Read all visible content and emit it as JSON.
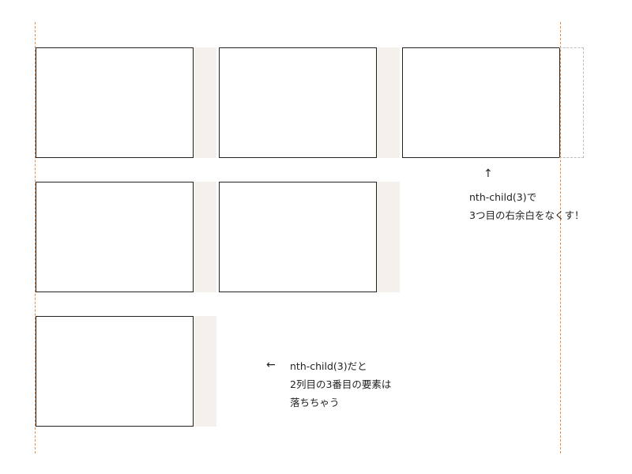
{
  "annotation_top": {
    "arrow": "↑",
    "lines": [
      "nth-child(3)で",
      "3つ目の右余白をなくす！"
    ]
  },
  "annotation_bottom": {
    "arrow": "←",
    "lines": [
      "nth-child(3)だと",
      "2列目の3番目の要素は",
      "落ちちゃう"
    ]
  },
  "colors": {
    "guide": "#f08a3c",
    "margin_fill": "#f4f1ec",
    "box_border": "#222222",
    "ghost_border": "#bdbdbd"
  }
}
